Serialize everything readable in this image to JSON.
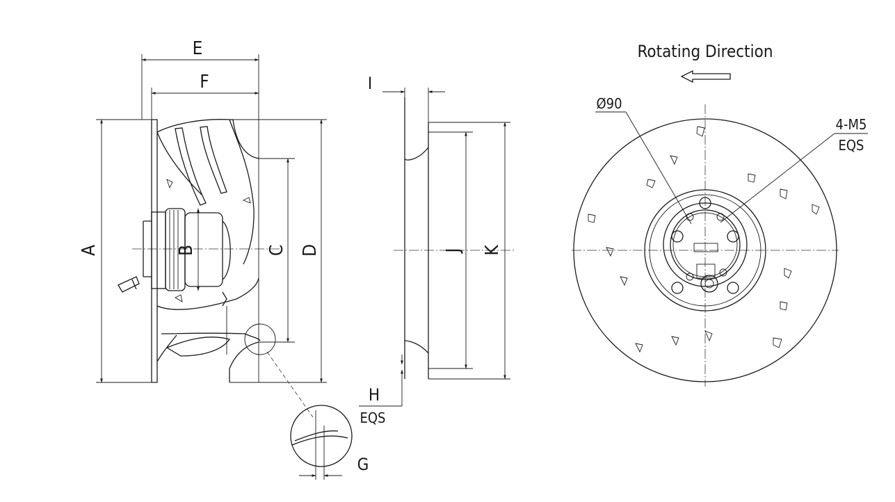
{
  "labels": {
    "dim_a": "A",
    "dim_b": "B",
    "dim_c": "C",
    "dim_d": "D",
    "dim_e": "E",
    "dim_f": "F",
    "dim_g": "G",
    "dim_h": "H",
    "dim_h_note": "EQS",
    "dim_i": "I",
    "dim_j": "J",
    "dim_k": "K",
    "rotating_direction": "Rotating Direction",
    "diameter": "Ø90",
    "thread": "4-M5",
    "thread_note": "EQS"
  }
}
